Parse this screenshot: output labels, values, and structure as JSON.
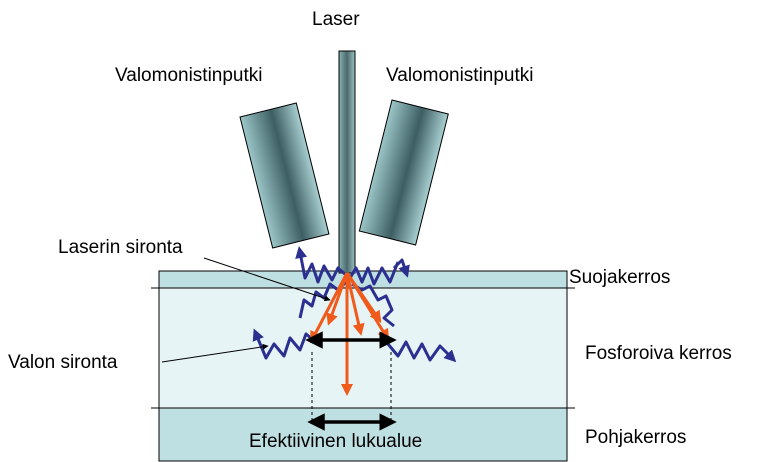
{
  "labels": {
    "laser": "Laser",
    "pmt_left": "Valomonistinputki",
    "pmt_right": "Valomonistinputki",
    "laser_scatter": "Laserin sironta",
    "light_scatter": "Valon sironta",
    "protective_layer": "Suojakerros",
    "phosphor_layer": "Fosforoiva kerros",
    "base_layer": "Pohjakerros",
    "effective_area": "Efektiivinen lukualue"
  },
  "colors": {
    "protective_layer": "#bfe0e3",
    "phosphor_layer": "#e6f4f5",
    "base_layer": "#bfe0e3",
    "wave": "#2b2f8f",
    "laser_ray": "#f05a1a",
    "arrow": "#000000"
  }
}
